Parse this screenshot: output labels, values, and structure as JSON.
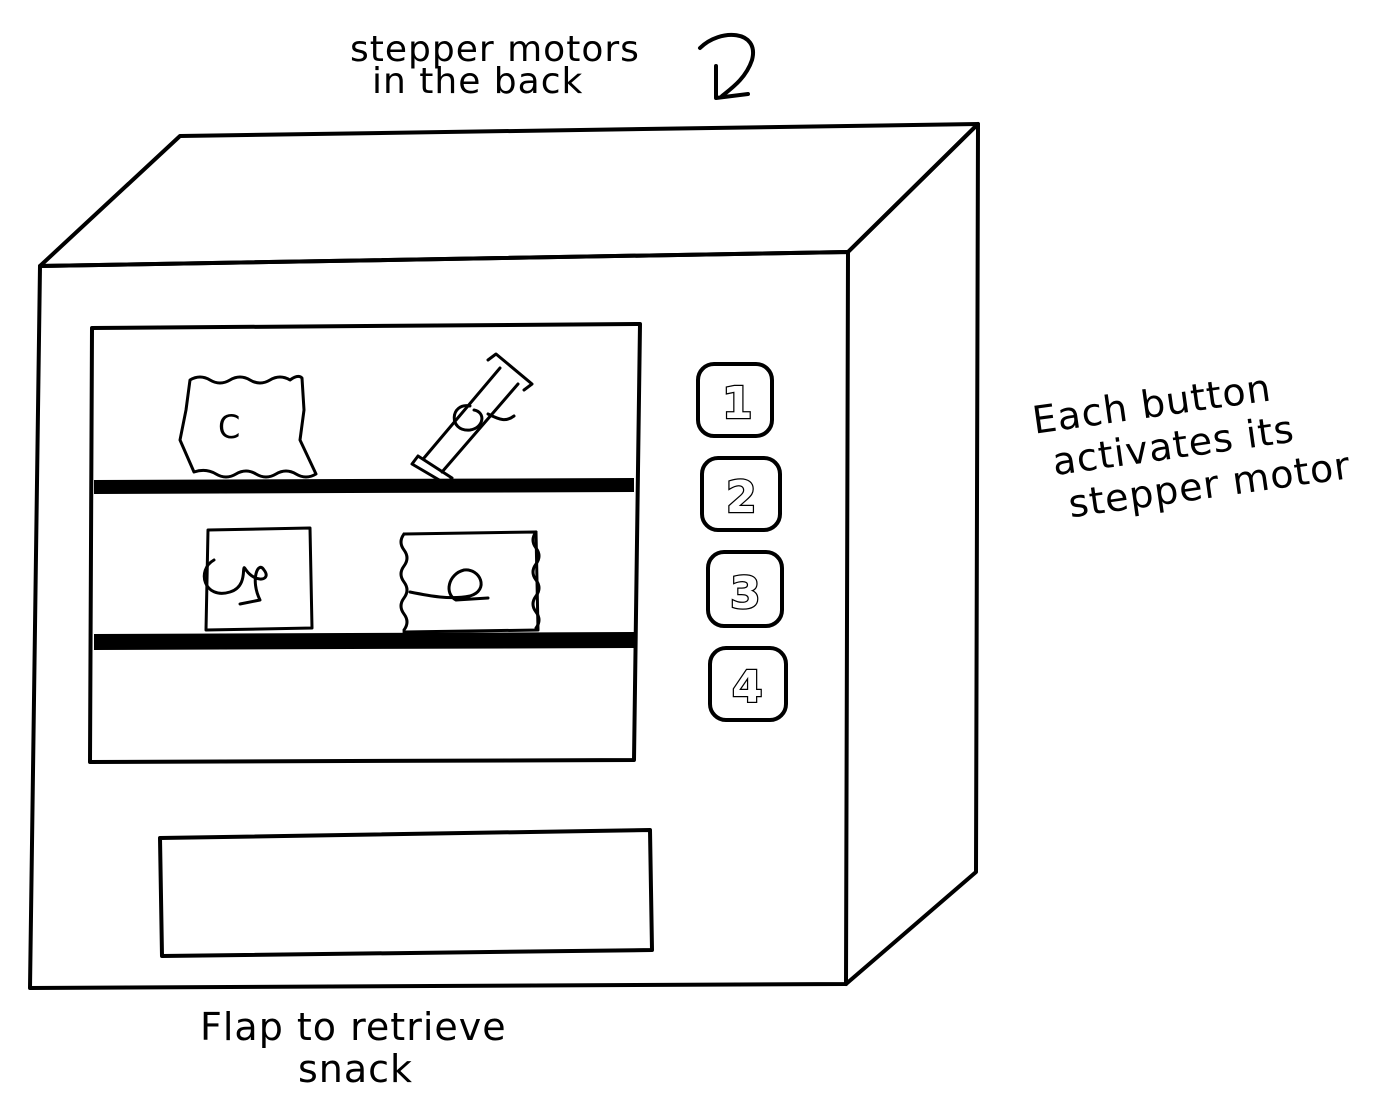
{
  "annotations": {
    "top": [
      "stepper motors",
      "in the back"
    ],
    "right": [
      "Each button",
      "activates its",
      "stepper motor"
    ],
    "bottom": [
      "Flap to retrieve",
      "snack"
    ]
  },
  "buttons": [
    "1",
    "2",
    "3",
    "4"
  ],
  "snacks": {
    "chip_bag_letter": "C"
  },
  "colors": {
    "ink": "#000000",
    "paper": "#ffffff"
  }
}
